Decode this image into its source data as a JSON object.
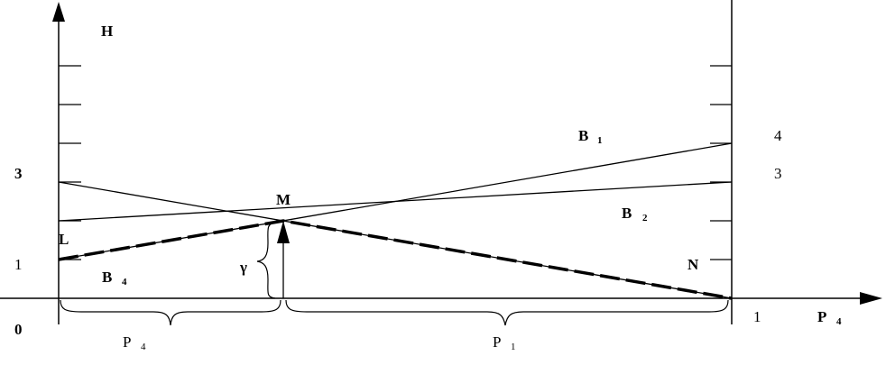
{
  "diagram": {
    "labels": {
      "H": "H",
      "three_left": "3",
      "one_left": "1",
      "zero": "0",
      "L": "L",
      "M": "M",
      "N": "N",
      "gamma": "γ",
      "four_right": "4",
      "three_right": "3",
      "one_bottom": "1"
    },
    "lines": {
      "B1": {
        "name": "B",
        "sub": "1"
      },
      "B2": {
        "name": "B",
        "sub": "2"
      },
      "B4": {
        "name": "B",
        "sub": "4"
      }
    },
    "axis": {
      "name": "P",
      "sub": "4"
    },
    "segments": {
      "P4": {
        "name": "P",
        "sub": "4"
      },
      "P1": {
        "name": "P",
        "sub": "1"
      }
    }
  }
}
